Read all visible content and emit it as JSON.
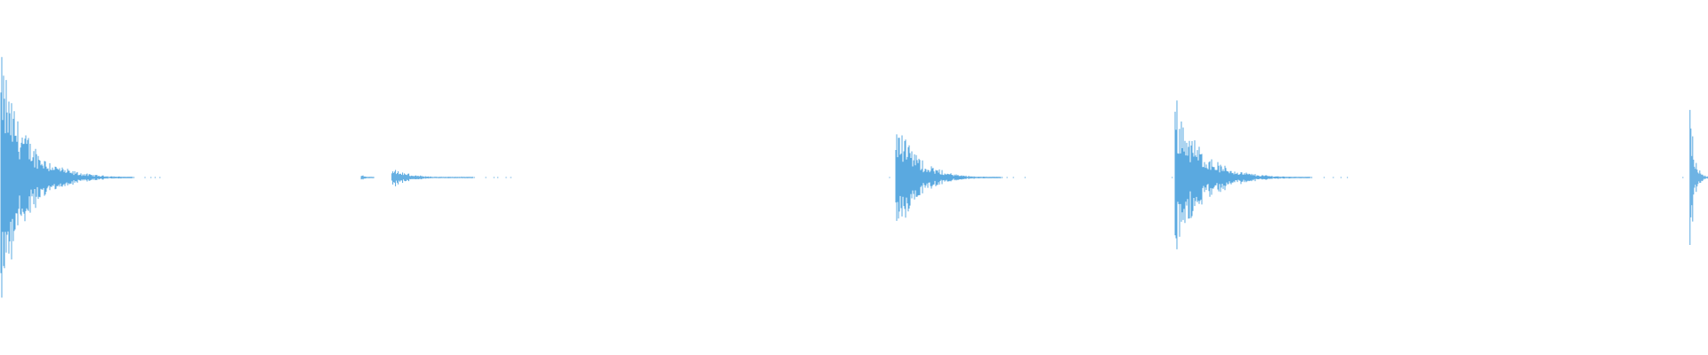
{
  "waveform": {
    "color": "#5aa9e0",
    "background": "#ffffff",
    "transients": [
      {
        "time_fraction": 0.0005,
        "peak": 0.78,
        "tail_fraction": 0.078,
        "tail_dots_fraction": 0.095
      },
      {
        "time_fraction": 0.2115,
        "peak": 0.025,
        "tail_fraction": 0.008,
        "tail_dots_fraction": 0.0
      },
      {
        "time_fraction": 0.2295,
        "peak": 0.07,
        "tail_fraction": 0.048,
        "tail_dots_fraction": 0.07
      },
      {
        "time_fraction": 0.5245,
        "peak": 0.44,
        "tail_fraction": 0.062,
        "tail_dots_fraction": 0.08
      },
      {
        "time_fraction": 0.688,
        "peak": 0.52,
        "tail_fraction": 0.08,
        "tail_dots_fraction": 0.105
      },
      {
        "time_fraction": 0.9895,
        "peak": 0.48,
        "tail_fraction": 0.011,
        "tail_dots_fraction": 0.0
      }
    ],
    "extra_dots": [
      0.5205,
      0.686,
      0.985
    ]
  }
}
